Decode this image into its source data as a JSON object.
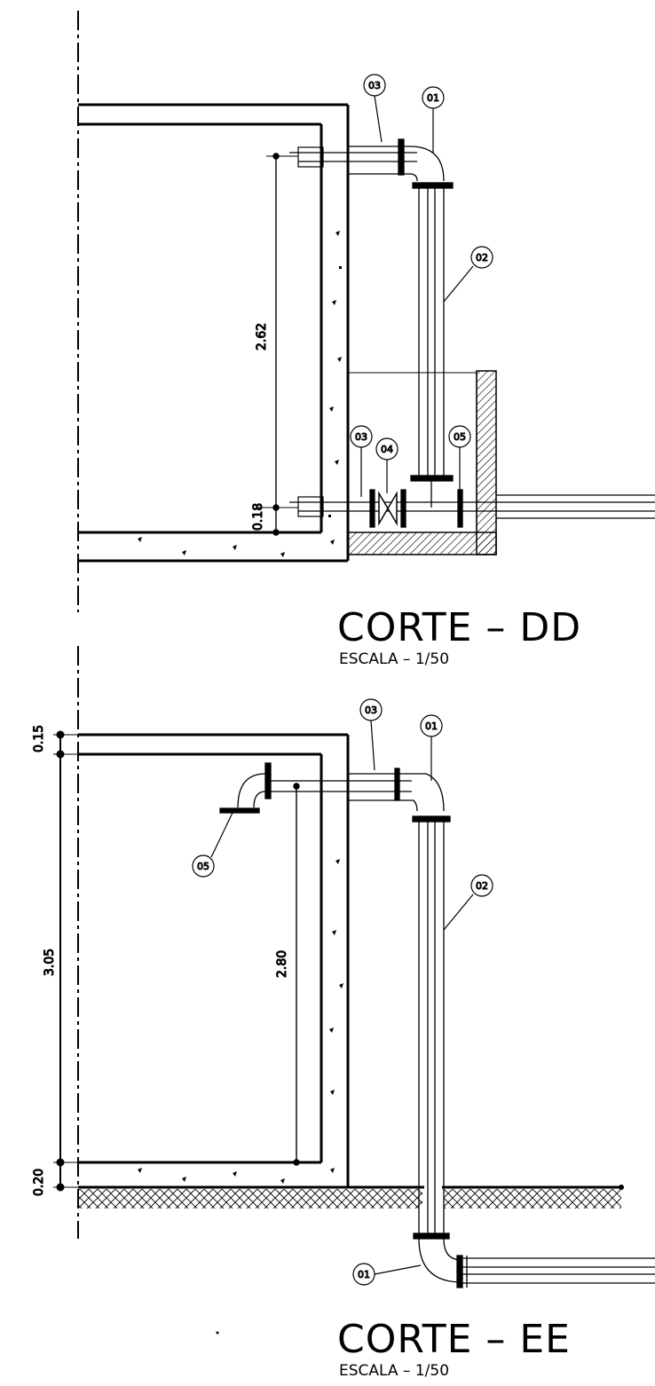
{
  "sections": [
    {
      "id": "dd",
      "title": "CORTE  –  DD",
      "scale": "ESCALA  –  1/50",
      "dimensions": [
        "2.62",
        "0.18"
      ],
      "tags": [
        "03",
        "01",
        "02",
        "03",
        "04",
        "05"
      ]
    },
    {
      "id": "ee",
      "title": "CORTE  –  EE",
      "scale": "ESCALA  –  1/50",
      "dimensions": [
        "0.15",
        "3.05",
        "0.20",
        "2.80"
      ],
      "tags": [
        "03",
        "01",
        "02",
        "05",
        "01"
      ]
    }
  ],
  "colors": {
    "line": "#000000",
    "background": "#ffffff"
  }
}
